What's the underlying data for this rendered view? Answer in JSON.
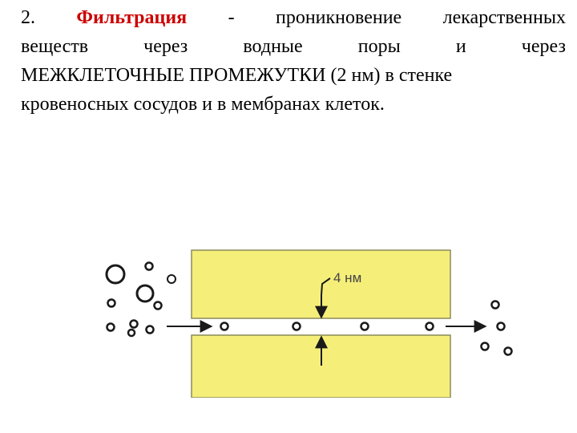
{
  "paragraph": {
    "line1": {
      "number": "2.",
      "term": "Фильтрация",
      "dash": "-",
      "rest": [
        "проникновение",
        "лекарственных"
      ]
    },
    "line2": [
      "веществ",
      "через",
      "водные",
      "поры",
      "и",
      "через"
    ],
    "line3": "МЕЖКЛЕТОЧНЫЕ ПРОМЕЖУТКИ (2 нм) в стенке",
    "line4": "кровеносных сосудов и в мембранах клеток."
  },
  "diagram": {
    "pore_label": "4 нм",
    "colors": {
      "wall_fill": "#f5ef7a",
      "wall_stroke": "#8a8a5a",
      "background": "#ffffff",
      "molecule": "#1a1a1a",
      "arrow": "#1a1a1a"
    }
  }
}
